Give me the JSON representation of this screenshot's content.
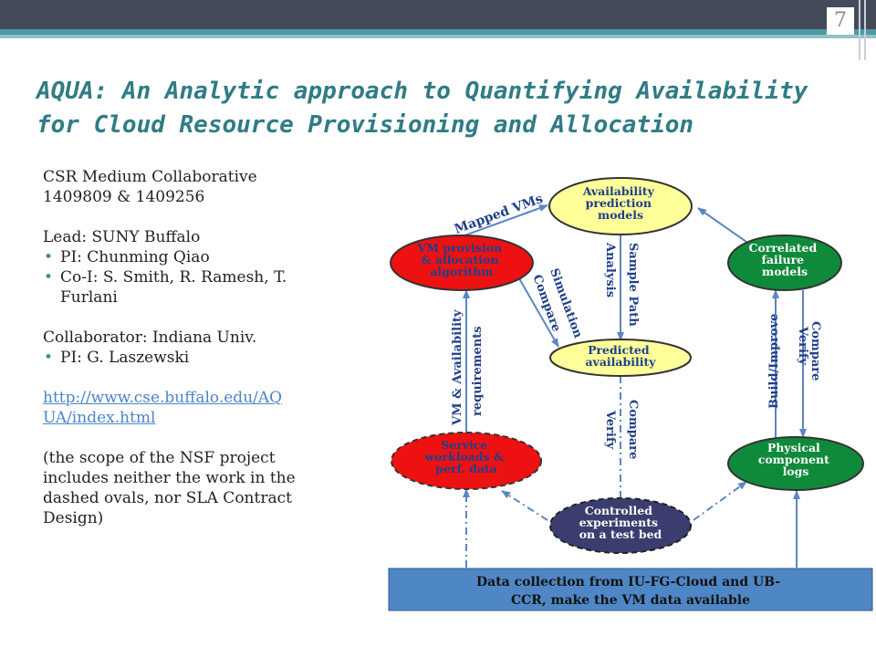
{
  "slide": {
    "page_number": "7"
  },
  "title": {
    "line1": "AQUA: An Analytic approach to Quantifying Availability",
    "line2": "for Cloud Resource Provisioning and Allocation"
  },
  "left": {
    "program": "CSR Medium Collaborative",
    "awards": "1409809 & 1409256",
    "lead": "Lead: SUNY Buffalo",
    "lead_bullets": [
      "PI: Chunming Qiao",
      "Co-I: S. Smith, R. Ramesh,  T. Furlani"
    ],
    "collaborator": "Collaborator: Indiana Univ.",
    "collab_bullets": [
      "PI: G. Laszewski"
    ],
    "link_line1": "http://www.cse.buffalo.edu/AQ",
    "link_line2": "UA/index.html",
    "note": "(the scope of the NSF project includes neither the work in the dashed ovals, nor SLA Contract Design)"
  },
  "diagram": {
    "colors": {
      "red": "#ee1111",
      "yellow": "#ffff99",
      "green": "#0f8a3a",
      "navy": "#3b3d6e",
      "arrow": "#5b86c2",
      "box": "#4f87c6"
    },
    "nodes": {
      "availability": [
        "Availability",
        "prediction",
        "models"
      ],
      "vm_provision": [
        "VM provision",
        "& allocation",
        "algorithm"
      ],
      "correlated": [
        "Correlated",
        "failure",
        "models"
      ],
      "predicted": [
        "Predicted",
        "availability"
      ],
      "service": [
        "Service",
        "workloads &",
        "perf. data"
      ],
      "physical": [
        "Physical",
        "component",
        "logs"
      ],
      "controlled": [
        "Controlled",
        "experiments",
        "on a test bed"
      ]
    },
    "labels": {
      "mapped_vms": "Mapped VMs",
      "sample_path": [
        "Sample Path",
        "Analysis"
      ],
      "simulation": [
        "Simulation",
        "Compare"
      ],
      "vm_availability": [
        "VM & Availability",
        "requirements"
      ],
      "build_improve": "Build/Improve",
      "compare_verify_right": [
        "Compare",
        "Verify"
      ],
      "compare_verify_center": [
        "Compare",
        "Verify"
      ]
    },
    "data_box": [
      "Data collection from IU-FG-Cloud and UB-",
      "CCR, make the VM data available"
    ]
  }
}
